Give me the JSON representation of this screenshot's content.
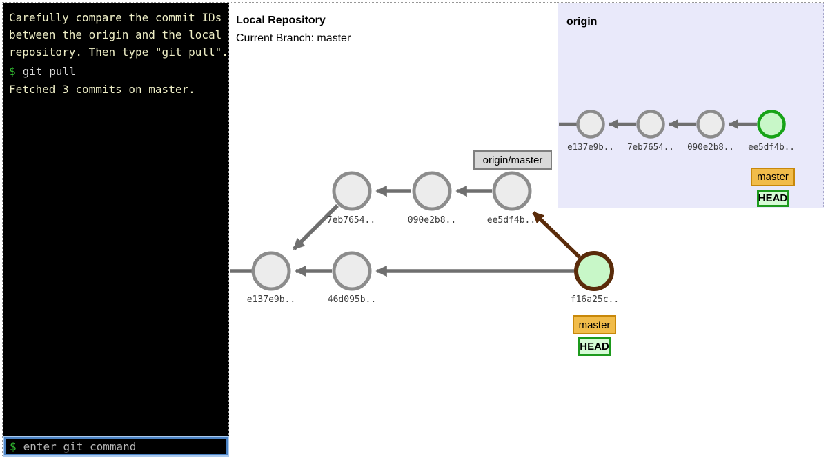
{
  "terminal": {
    "message_lines": [
      "Carefully compare the commit IDs",
      "between the origin and the local",
      "repository. Then type \"git pull\"."
    ],
    "prompt_symbol": "$",
    "executed_command": "git pull",
    "response": "Fetched 3 commits on master.",
    "input_placeholder": "enter git command"
  },
  "local_repo": {
    "title": "Local Repository",
    "subtitle": "Current Branch: master",
    "upstream_commits": [
      {
        "id": "7eb7654.."
      },
      {
        "id": "090e2b8.."
      },
      {
        "id": "ee5df4b.."
      }
    ],
    "base_commits": [
      {
        "id": "e137e9b.."
      },
      {
        "id": "46d095b.."
      },
      {
        "id": "f16a25c.."
      }
    ],
    "origin_master_label": "origin/master",
    "master_label": "master",
    "head_label": "HEAD"
  },
  "origin_repo": {
    "title": "origin",
    "commits": [
      {
        "id": "e137e9b.."
      },
      {
        "id": "7eb7654.."
      },
      {
        "id": "090e2b8.."
      },
      {
        "id": "ee5df4b.."
      }
    ],
    "master_label": "master",
    "head_label": "HEAD"
  },
  "colors": {
    "terminal_bg": "#000000",
    "terminal_text": "#eeeec6",
    "prompt_green": "#2fb52f",
    "input_focus_blue": "#4b82c3",
    "origin_panel_bg": "#e9e9fa",
    "commit_fill": "#ececec",
    "commit_border": "#8c8c8c",
    "highlight_fill": "#c8f7c8",
    "highlight_green_border": "#17a317",
    "merge_brown": "#5a2b0a",
    "arrow_grey": "#6f6f6f",
    "master_badge_fill": "#f1bc4a",
    "master_badge_border": "#c8880a",
    "head_badge_fill": "#d6fbd6",
    "head_badge_border": "#1d9a1d",
    "remote_badge_fill": "#d9d9d9"
  }
}
